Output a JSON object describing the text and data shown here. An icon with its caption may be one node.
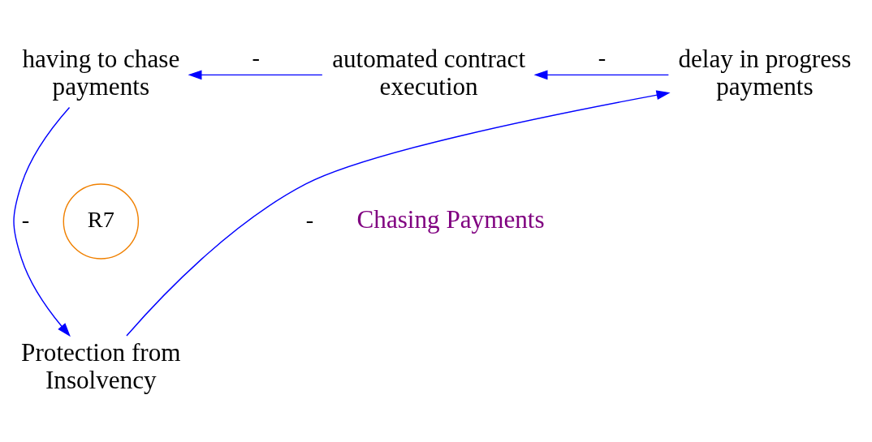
{
  "diagram": {
    "nodes": [
      {
        "text": [
          "having to chase payments"
        ]
      },
      {
        "text": [
          "automated contract execution"
        ]
      },
      {
        "text": [
          "delay in progress payments"
        ]
      },
      {
        "text": [
          "Protection from Insolvency"
        ]
      },
      {
        "text": [
          "R7"
        ]
      }
    ],
    "edges": [
      {
        "from": 1,
        "to": 0,
        "arrow": "to",
        "label": "-"
      },
      {
        "from": 2,
        "to": 1,
        "arrow": "to",
        "label": "-"
      },
      {
        "from": 3,
        "to": 2,
        "arrow": "to",
        "label": "-"
      },
      {
        "from": 0,
        "to": 3,
        "arrow": "to",
        "label": "-"
      }
    ],
    "labels": [
      "Chasing Payments"
    ]
  }
}
